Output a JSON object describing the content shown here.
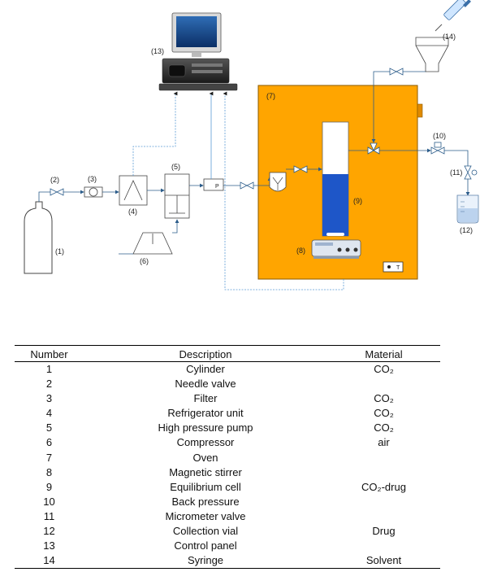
{
  "labels": {
    "cylinder": "(1)",
    "needle_valve": "(2)",
    "filter": "(3)",
    "refrigerator": "(4)",
    "pump": "(5)",
    "compressor": "(6)",
    "oven": "(7)",
    "stirrer": "(8)",
    "cell": "(9)",
    "back_pressure": "(10)",
    "micrometer_valve": "(11)",
    "vial": "(12)",
    "control_panel": "(13)",
    "syringe": "(14)",
    "pressure_gauge": "P",
    "thermo_panel": "T"
  },
  "colors": {
    "oven": "#FFA500",
    "cell_liquid": "#1E56C8",
    "line": "#2B5C8A",
    "signal_line": "#5B9BD5"
  },
  "table": {
    "headers": {
      "number": "Number",
      "description": "Description",
      "material": "Material"
    },
    "rows": [
      {
        "number": "1",
        "description": "Cylinder",
        "material": "CO₂"
      },
      {
        "number": "2",
        "description": "Needle valve",
        "material": ""
      },
      {
        "number": "3",
        "description": "Filter",
        "material": "CO₂"
      },
      {
        "number": "4",
        "description": "Refrigerator unit",
        "material": "CO₂"
      },
      {
        "number": "5",
        "description": "High pressure pump",
        "material": "CO₂"
      },
      {
        "number": "6",
        "description": "Compressor",
        "material": "air"
      },
      {
        "number": "7",
        "description": "Oven",
        "material": ""
      },
      {
        "number": "8",
        "description": "Magnetic stirrer",
        "material": ""
      },
      {
        "number": "9",
        "description": "Equilibrium cell",
        "material": "CO₂-drug"
      },
      {
        "number": "10",
        "description": "Back pressure",
        "material": ""
      },
      {
        "number": "11",
        "description": "Micrometer valve",
        "material": ""
      },
      {
        "number": "12",
        "description": "Collection vial",
        "material": "Drug"
      },
      {
        "number": "13",
        "description": "Control panel",
        "material": ""
      },
      {
        "number": "14",
        "description": "Syringe",
        "material": "Solvent"
      }
    ]
  }
}
